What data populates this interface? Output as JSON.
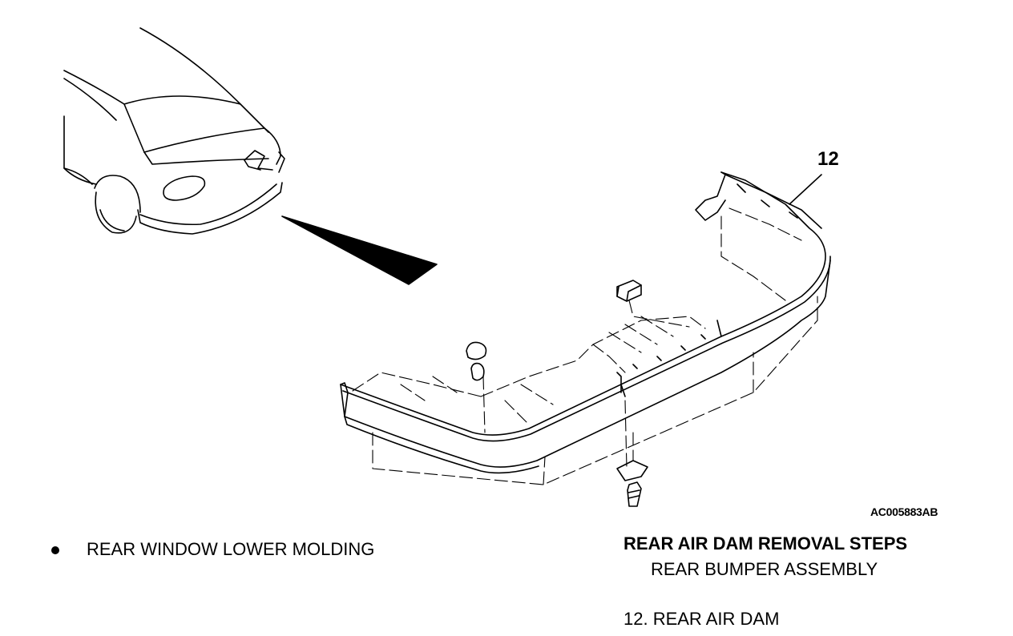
{
  "figure": {
    "part_callout": "12",
    "figure_code": "AC005883AB",
    "left_note": "REAR WINDOW LOWER MOLDING",
    "steps_title": "REAR AIR DAM REMOVAL STEPS",
    "pre_step": "REAR BUMPER ASSEMBLY",
    "step_item": "12. REAR AIR DAM"
  }
}
